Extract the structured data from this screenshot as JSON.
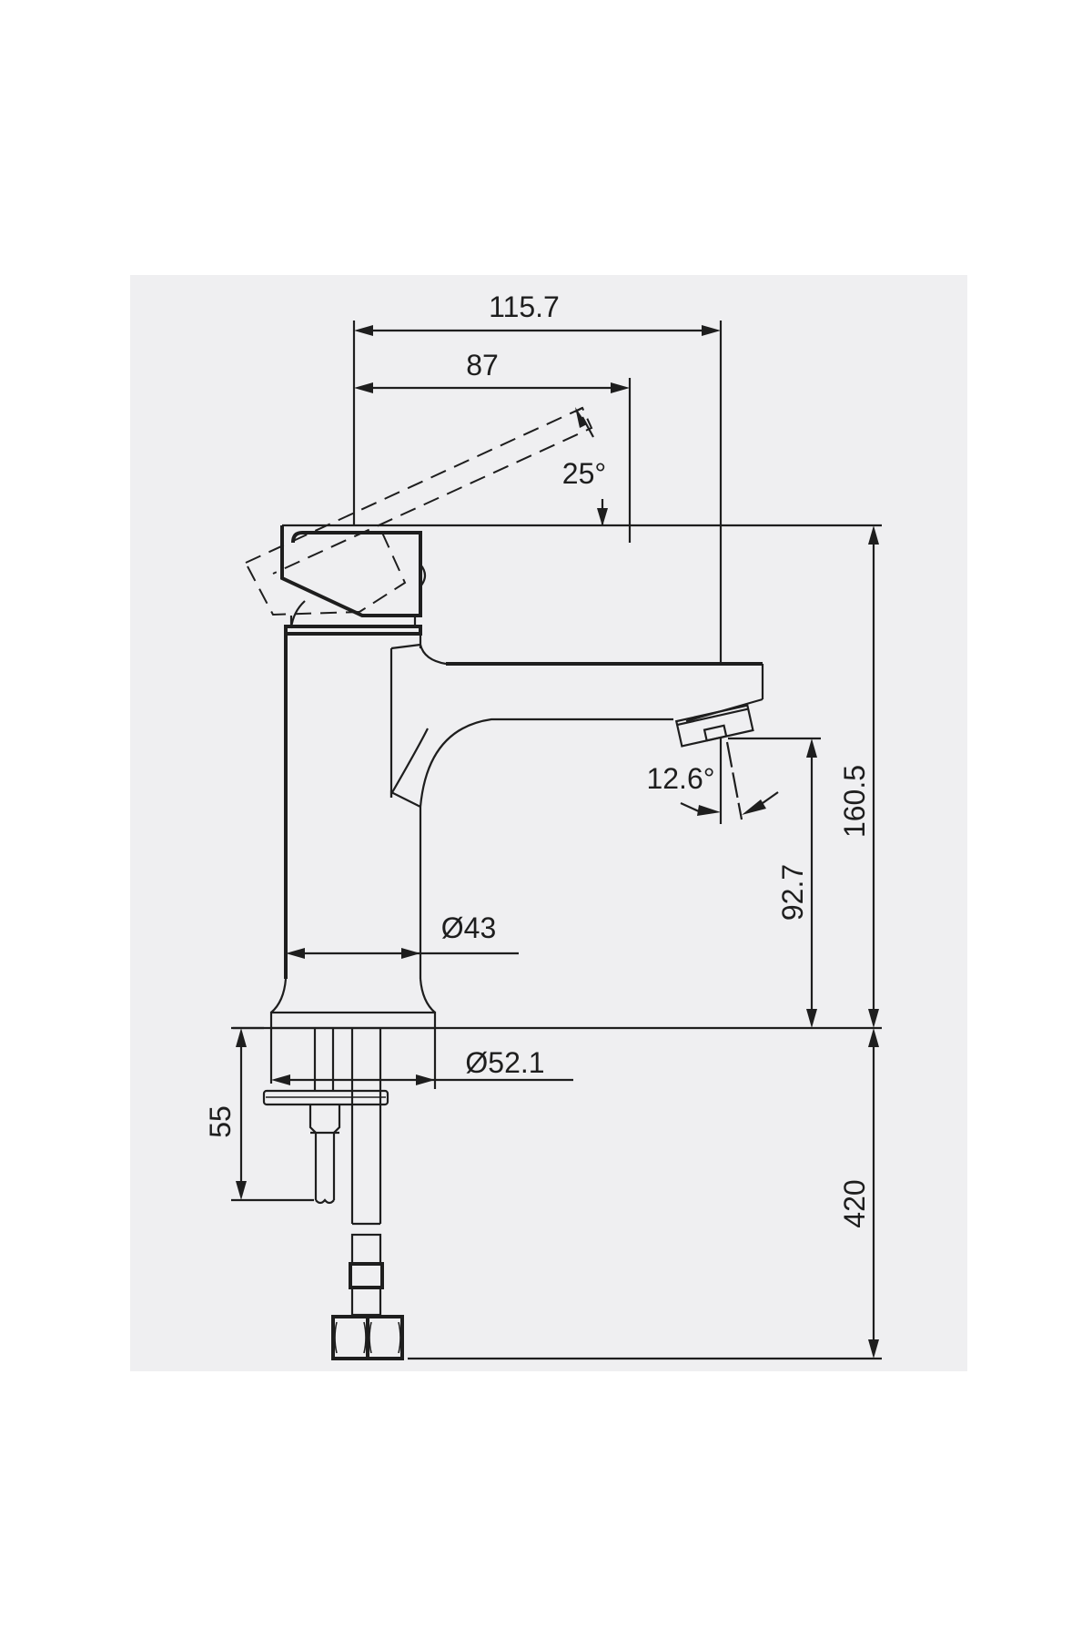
{
  "drawing": {
    "subject": "Single-lever basin mixer tap — side elevation with dimensions",
    "background_color": "#efeff1",
    "line_color": "#1e1e1e",
    "units": "mm"
  },
  "dimensions": {
    "overall_reach": "115.7",
    "handle_reach": "87",
    "handle_tilt": "25°",
    "spout_angle": "12.6°",
    "spout_height": "92.7",
    "overall_height": "160.5",
    "body_diameter": "Ø43",
    "base_diameter": "Ø52.1",
    "thread_length": "55",
    "hose_length": "420"
  }
}
